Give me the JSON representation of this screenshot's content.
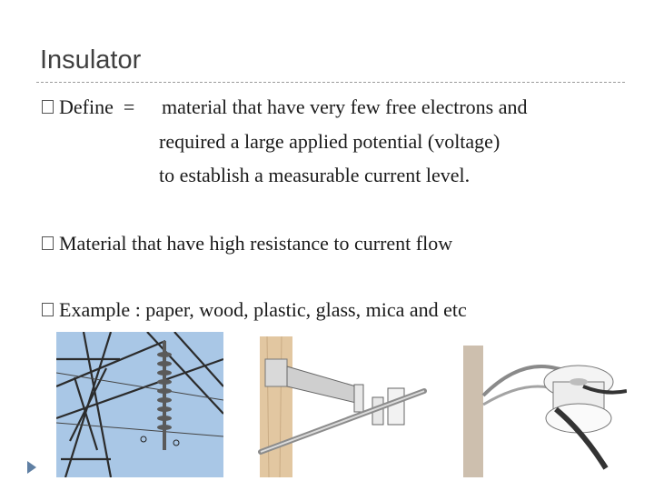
{
  "slide": {
    "title": "Insulator",
    "bullets": [
      {
        "lead": "Define  =  ",
        "lines": [
          "material that have very few free electrons and",
          "required a large applied potential (voltage)",
          "to establish a measurable current level."
        ]
      },
      {
        "text": "Material that have high resistance to current flow"
      },
      {
        "text": "Example : paper, wood, plastic, glass, mica and etc"
      }
    ],
    "images": [
      {
        "name": "transmission-tower-insulator"
      },
      {
        "name": "wooden-post-insulator-bracket"
      },
      {
        "name": "porcelain-spool-insulator"
      }
    ]
  },
  "colors": {
    "sky": "#a9c7e6",
    "steel": "#2b2b2b",
    "wood": "#e2c7a1"
  }
}
